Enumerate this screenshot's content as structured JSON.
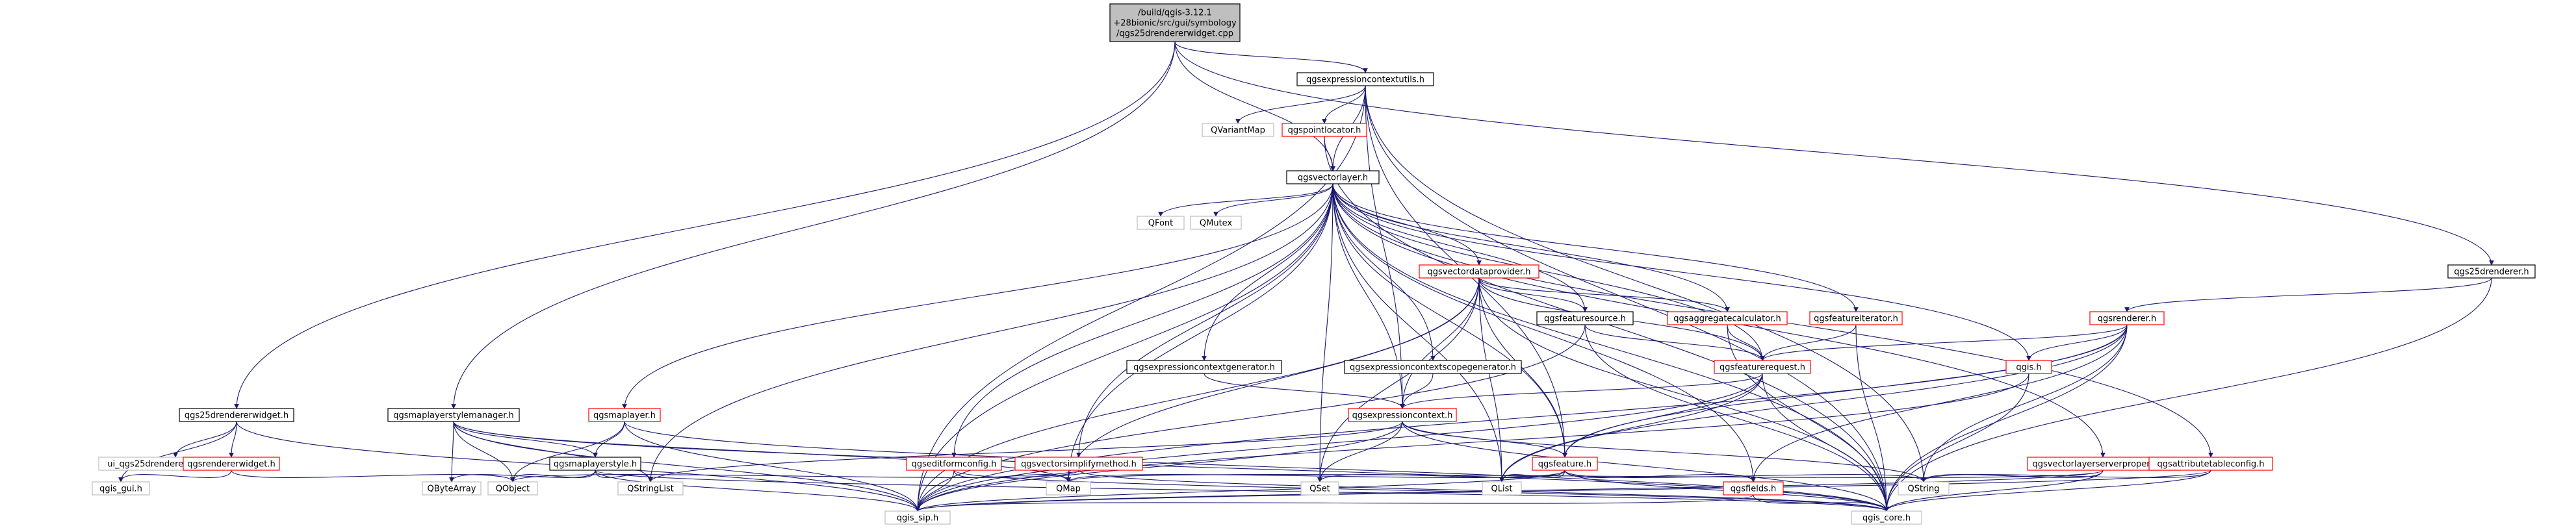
{
  "colors": {
    "edge": "#191970",
    "border_default": "#000000",
    "border_red": "#ff0000",
    "border_external": "#bfbfbf",
    "text_external": "#a0a0a0",
    "root_fill": "#bfbfbf",
    "node_fill": "#ffffff"
  },
  "nodes": [
    {
      "id": "root",
      "lines": [
        "/build/qgis-3.12.1",
        "+28bionic/src/gui/symbology",
        "/qgs25drendererwidget.cpp"
      ],
      "style": "root"
    },
    {
      "id": "qgsexpressioncontextutils",
      "lines": [
        "qgsexpressioncontextutils.h"
      ],
      "style": "default"
    },
    {
      "id": "qvariantmap",
      "lines": [
        "QVariantMap"
      ],
      "style": "external"
    },
    {
      "id": "qgspointlocator",
      "lines": [
        "qgspointlocator.h"
      ],
      "style": "red"
    },
    {
      "id": "qgsvectorlayer",
      "lines": [
        "qgsvectorlayer.h"
      ],
      "style": "default"
    },
    {
      "id": "qfont",
      "lines": [
        "QFont"
      ],
      "style": "external"
    },
    {
      "id": "qmutex",
      "lines": [
        "QMutex"
      ],
      "style": "external"
    },
    {
      "id": "qgsvectordataprovider",
      "lines": [
        "qgsvectordataprovider.h"
      ],
      "style": "red"
    },
    {
      "id": "qgsfeaturesource",
      "lines": [
        "qgsfeaturesource.h"
      ],
      "style": "default"
    },
    {
      "id": "qgsaggregatecalculator",
      "lines": [
        "qgsaggregatecalculator.h"
      ],
      "style": "red"
    },
    {
      "id": "qgsfeatureiterator",
      "lines": [
        "qgsfeatureiterator.h"
      ],
      "style": "red"
    },
    {
      "id": "qgsfeaturerequest",
      "lines": [
        "qgsfeaturerequest.h"
      ],
      "style": "red"
    },
    {
      "id": "qgsexpressioncontextgenerator",
      "lines": [
        "qgsexpressioncontextgenerator.h"
      ],
      "style": "default"
    },
    {
      "id": "qgsexpressioncontextscopegenerator",
      "lines": [
        "qgsexpressioncontextscopegenerator.h"
      ],
      "style": "default"
    },
    {
      "id": "qgsexpressioncontext",
      "lines": [
        "qgsexpressioncontext.h"
      ],
      "style": "red"
    },
    {
      "id": "qgs25drenderer",
      "lines": [
        "qgs25drenderer.h"
      ],
      "style": "default"
    },
    {
      "id": "qgsrenderer",
      "lines": [
        "qgsrenderer.h"
      ],
      "style": "red"
    },
    {
      "id": "qgis",
      "lines": [
        "qgis.h"
      ],
      "style": "red"
    },
    {
      "id": "qgs25drendererwidget",
      "lines": [
        "qgs25drendererwidget.h"
      ],
      "style": "default"
    },
    {
      "id": "ui_qgs25d",
      "lines": [
        "ui_qgs25drendererwidgetbase.h"
      ],
      "style": "external"
    },
    {
      "id": "qgsrendererwidget",
      "lines": [
        "qgsrendererwidget.h"
      ],
      "style": "red"
    },
    {
      "id": "qgis_gui",
      "lines": [
        "qgis_gui.h"
      ],
      "style": "external"
    },
    {
      "id": "qgsmaplayerstylemanager",
      "lines": [
        "qgsmaplayerstylemanager.h"
      ],
      "style": "default"
    },
    {
      "id": "qgsmaplayer",
      "lines": [
        "qgsmaplayer.h"
      ],
      "style": "red"
    },
    {
      "id": "qgsmaplayerstyle",
      "lines": [
        "qgsmaplayerstyle.h"
      ],
      "style": "default"
    },
    {
      "id": "qbytearray",
      "lines": [
        "QByteArray"
      ],
      "style": "external"
    },
    {
      "id": "qobject",
      "lines": [
        "QObject"
      ],
      "style": "external"
    },
    {
      "id": "qstringlist",
      "lines": [
        "QStringList"
      ],
      "style": "external"
    },
    {
      "id": "qgseditformconfig",
      "lines": [
        "qgseditformconfig.h"
      ],
      "style": "red"
    },
    {
      "id": "qgsvectorsimplifymethod",
      "lines": [
        "qgsvectorsimplifymethod.h"
      ],
      "style": "red"
    },
    {
      "id": "qmap",
      "lines": [
        "QMap"
      ],
      "style": "external"
    },
    {
      "id": "qgsfeature",
      "lines": [
        "qgsfeature.h"
      ],
      "style": "red"
    },
    {
      "id": "qset",
      "lines": [
        "QSet"
      ],
      "style": "external"
    },
    {
      "id": "qlist",
      "lines": [
        "QList"
      ],
      "style": "external"
    },
    {
      "id": "qgsfields",
      "lines": [
        "qgsfields.h"
      ],
      "style": "red"
    },
    {
      "id": "qgsvectorlayerserverproperties",
      "lines": [
        "qgsvectorlayerserverproperties.h"
      ],
      "style": "red"
    },
    {
      "id": "qstring",
      "lines": [
        "QString"
      ],
      "style": "external"
    },
    {
      "id": "qgsattributetableconfig",
      "lines": [
        "qgsattributetableconfig.h"
      ],
      "style": "red"
    },
    {
      "id": "qgis_sip",
      "lines": [
        "qgis_sip.h"
      ],
      "style": "external"
    },
    {
      "id": "qgis_core",
      "lines": [
        "qgis_core.h"
      ],
      "style": "external"
    }
  ],
  "edges": [
    [
      "root",
      "qgsexpressioncontextutils"
    ],
    [
      "root",
      "qgsvectorlayer"
    ],
    [
      "root",
      "qgs25drenderer"
    ],
    [
      "root",
      "qgs25drendererwidget"
    ],
    [
      "root",
      "qgsmaplayerstylemanager"
    ],
    [
      "qgsexpressioncontextutils",
      "qvariantmap"
    ],
    [
      "qgsexpressioncontextutils",
      "qgspointlocator"
    ],
    [
      "qgsexpressioncontextutils",
      "qgsvectorlayer"
    ],
    [
      "qgsexpressioncontextutils",
      "qgis_core"
    ],
    [
      "qgsexpressioncontextutils",
      "qgis_sip"
    ],
    [
      "qgsexpressioncontextutils",
      "qgsfeature"
    ],
    [
      "qgsexpressioncontextutils",
      "qgsexpressioncontext"
    ],
    [
      "qgsexpressioncontextutils",
      "qstring"
    ],
    [
      "qgspointlocator",
      "qgsvectorlayer"
    ],
    [
      "qgspointlocator",
      "qgis_core"
    ],
    [
      "qgsvectorlayer",
      "qfont"
    ],
    [
      "qgsvectorlayer",
      "qmutex"
    ],
    [
      "qgsvectorlayer",
      "qgsvectordataprovider"
    ],
    [
      "qgsvectorlayer",
      "qgsfeaturesource"
    ],
    [
      "qgsvectorlayer",
      "qgsaggregatecalculator"
    ],
    [
      "qgsvectorlayer",
      "qgsfeatureiterator"
    ],
    [
      "qgsvectorlayer",
      "qgsfeaturerequest"
    ],
    [
      "qgsvectorlayer",
      "qgsexpressioncontextgenerator"
    ],
    [
      "qgsvectorlayer",
      "qgsexpressioncontextscopegenerator"
    ],
    [
      "qgsvectorlayer",
      "qgsexpressioncontext"
    ],
    [
      "qgsvectorlayer",
      "qgsmaplayer"
    ],
    [
      "qgsvectorlayer",
      "qgseditformconfig"
    ],
    [
      "qgsvectorlayer",
      "qgsvectorsimplifymethod"
    ],
    [
      "qgsvectorlayer",
      "qgsfeature"
    ],
    [
      "qgsvectorlayer",
      "qgsfields"
    ],
    [
      "qgsvectorlayer",
      "qgis"
    ],
    [
      "qgsvectorlayer",
      "qgsvectorlayerserverproperties"
    ],
    [
      "qgsvectorlayer",
      "qgsattributetableconfig"
    ],
    [
      "qgsvectorlayer",
      "qgis_core"
    ],
    [
      "qgsvectorlayer",
      "qgis_sip"
    ],
    [
      "qgsvectorlayer",
      "qstringlist"
    ],
    [
      "qgsvectorlayer",
      "qmap"
    ],
    [
      "qgsvectorlayer",
      "qset"
    ],
    [
      "qgsvectorlayer",
      "qlist"
    ],
    [
      "qgsvectordataprovider",
      "qgsfeaturesource"
    ],
    [
      "qgsvectordataprovider",
      "qgsaggregatecalculator"
    ],
    [
      "qgsvectordataprovider",
      "qgsfeaturerequest"
    ],
    [
      "qgsvectordataprovider",
      "qgsexpressioncontext"
    ],
    [
      "qgsvectordataprovider",
      "qgsfeature"
    ],
    [
      "qgsvectordataprovider",
      "qgis_core"
    ],
    [
      "qgsvectordataprovider",
      "qgis_sip"
    ],
    [
      "qgsvectordataprovider",
      "qmap"
    ],
    [
      "qgsvectordataprovider",
      "qset"
    ],
    [
      "qgsvectordataprovider",
      "qlist"
    ],
    [
      "qgsfeaturesource",
      "qgsfeaturerequest"
    ],
    [
      "qgsfeaturesource",
      "qgis_core"
    ],
    [
      "qgsfeaturesource",
      "qgis_sip"
    ],
    [
      "qgsaggregatecalculator",
      "qgsfeaturerequest"
    ],
    [
      "qgsaggregatecalculator",
      "qgis_core"
    ],
    [
      "qgsfeatureiterator",
      "qgsfeaturerequest"
    ],
    [
      "qgsfeatureiterator",
      "qgis_core"
    ],
    [
      "qgsfeaturerequest",
      "qgsexpressioncontext"
    ],
    [
      "qgsfeaturerequest",
      "qgsfeature"
    ],
    [
      "qgsfeaturerequest",
      "qgis_core"
    ],
    [
      "qgsfeaturerequest",
      "qgis_sip"
    ],
    [
      "qgsfeaturerequest",
      "qlist"
    ],
    [
      "qgsexpressioncontextgenerator",
      "qgsexpressioncontext"
    ],
    [
      "qgsexpressioncontextscopegenerator",
      "qgsexpressioncontext"
    ],
    [
      "qgsexpressioncontext",
      "qgsfeature"
    ],
    [
      "qgsexpressioncontext",
      "qgis_core"
    ],
    [
      "qgsexpressioncontext",
      "qgis_sip"
    ],
    [
      "qgsexpressioncontext",
      "qstringlist"
    ],
    [
      "qgsexpressioncontext",
      "qset"
    ],
    [
      "qgsexpressioncontext",
      "qstring"
    ],
    [
      "qgs25drenderer",
      "qgsrenderer"
    ],
    [
      "qgs25drenderer",
      "qgis_core"
    ],
    [
      "qgsrenderer",
      "qgis"
    ],
    [
      "qgsrenderer",
      "qgsfeaturerequest"
    ],
    [
      "qgsrenderer",
      "qgsfeature"
    ],
    [
      "qgsrenderer",
      "qgsfields"
    ],
    [
      "qgsrenderer",
      "qgis_core"
    ],
    [
      "qgsrenderer",
      "qgis_sip"
    ],
    [
      "qgsrenderer",
      "qstring"
    ],
    [
      "qgsrenderer",
      "qlist"
    ],
    [
      "qgis",
      "qgis_core"
    ],
    [
      "qgis",
      "qgis_sip"
    ],
    [
      "qgs25drendererwidget",
      "ui_qgs25d"
    ],
    [
      "qgs25drendererwidget",
      "qgsrendererwidget"
    ],
    [
      "qgs25drendererwidget",
      "qgis_gui"
    ],
    [
      "qgs25drendererwidget",
      "qgis_sip"
    ],
    [
      "qgsrendererwidget",
      "qgis_gui"
    ],
    [
      "qgsrendererwidget",
      "qobject"
    ],
    [
      "qgsmaplayerstylemanager",
      "qgsmaplayerstyle"
    ],
    [
      "qgsmaplayerstylemanager",
      "qobject"
    ],
    [
      "qgsmaplayerstylemanager",
      "qbytearray"
    ],
    [
      "qgsmaplayerstylemanager",
      "qstringlist"
    ],
    [
      "qgsmaplayerstylemanager",
      "qmap"
    ],
    [
      "qgsmaplayerstylemanager",
      "qgis_core"
    ],
    [
      "qgsmaplayerstylemanager",
      "qgis_sip"
    ],
    [
      "qgsmaplayer",
      "qgsmaplayerstyle"
    ],
    [
      "qgsmaplayer",
      "qobject"
    ],
    [
      "qgsmaplayer",
      "qgis_core"
    ],
    [
      "qgsmaplayer",
      "qgis_sip"
    ],
    [
      "qgsmaplayerstyle",
      "qbytearray"
    ],
    [
      "qgsmaplayerstyle",
      "qobject"
    ],
    [
      "qgsmaplayerstyle",
      "qstringlist"
    ],
    [
      "qgsmaplayerstyle",
      "qgis_core"
    ],
    [
      "qgsmaplayerstyle",
      "qgis_sip"
    ],
    [
      "qgseditformconfig",
      "qmap"
    ],
    [
      "qgseditformconfig",
      "qgis_core"
    ],
    [
      "qgseditformconfig",
      "qgis_sip"
    ],
    [
      "qgsvectorsimplifymethod",
      "qobject"
    ],
    [
      "qgsvectorsimplifymethod",
      "qgis_core"
    ],
    [
      "qgsfeature",
      "qmap"
    ],
    [
      "qgsfeature",
      "qstring"
    ],
    [
      "qgsfeature",
      "qset"
    ],
    [
      "qgsfeature",
      "qlist"
    ],
    [
      "qgsfeature",
      "qgsfields"
    ],
    [
      "qgsfeature",
      "qgis_core"
    ],
    [
      "qgsfeature",
      "qgis_sip"
    ],
    [
      "qgsfields",
      "qgis_core"
    ],
    [
      "qgsfields",
      "qgis_sip"
    ],
    [
      "qgsvectorlayerserverproperties",
      "qmap"
    ],
    [
      "qgsvectorlayerserverproperties",
      "qstring"
    ],
    [
      "qgsvectorlayerserverproperties",
      "qgis_core"
    ],
    [
      "qgsvectorlayerserverproperties",
      "qgis_sip"
    ],
    [
      "qgsattributetableconfig",
      "qstring"
    ],
    [
      "qgsattributetableconfig",
      "qgis_core"
    ],
    [
      "qgsattributetableconfig",
      "qgis_sip"
    ]
  ]
}
